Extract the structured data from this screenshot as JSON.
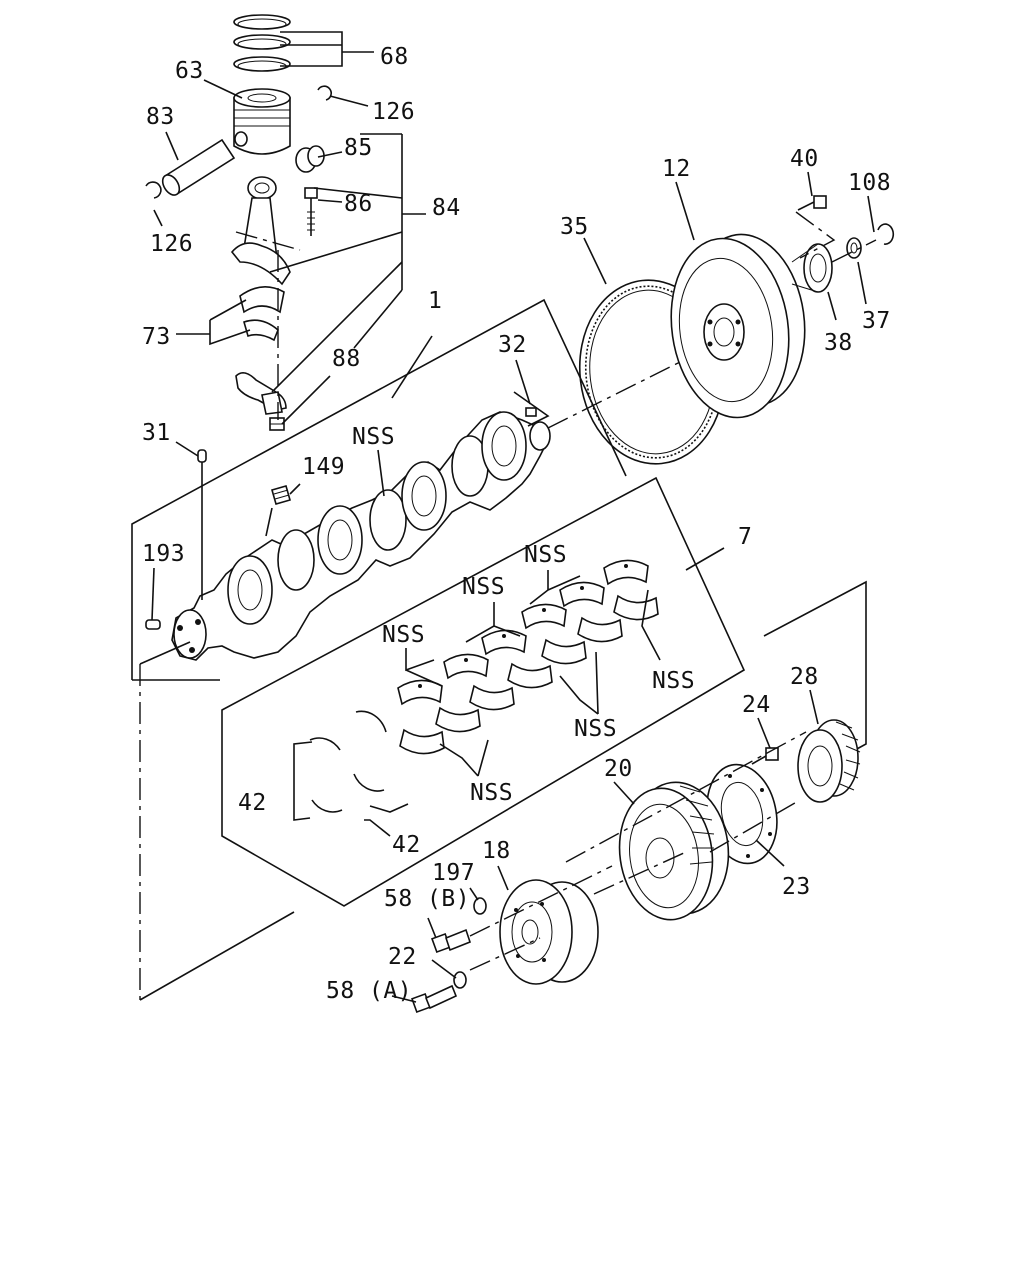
{
  "diagram": {
    "labels": {
      "p68": "68",
      "p63": "63",
      "p126a": "126",
      "p83": "83",
      "p85": "85",
      "p86": "86",
      "p84": "84",
      "p126b": "126",
      "p73": "73",
      "p1": "1",
      "p88": "88",
      "p32": "32",
      "p31": "31",
      "p149": "149",
      "nss_crank": "NSS",
      "p193": "193",
      "p35": "35",
      "p12": "12",
      "p40": "40",
      "p108": "108",
      "p37": "37",
      "p38": "38",
      "p7": "7",
      "nss_b1": "NSS",
      "nss_b2": "NSS",
      "nss_b3": "NSS",
      "nss_b4": "NSS",
      "nss_b5": "NSS",
      "nss_b6": "NSS",
      "p28": "28",
      "p24": "24",
      "p42a": "42",
      "p42b": "42",
      "p20": "20",
      "p23": "23",
      "p18": "18",
      "p197": "197",
      "p58b": "58 (B)",
      "p22": "22",
      "p58a": "58 (A)"
    }
  }
}
